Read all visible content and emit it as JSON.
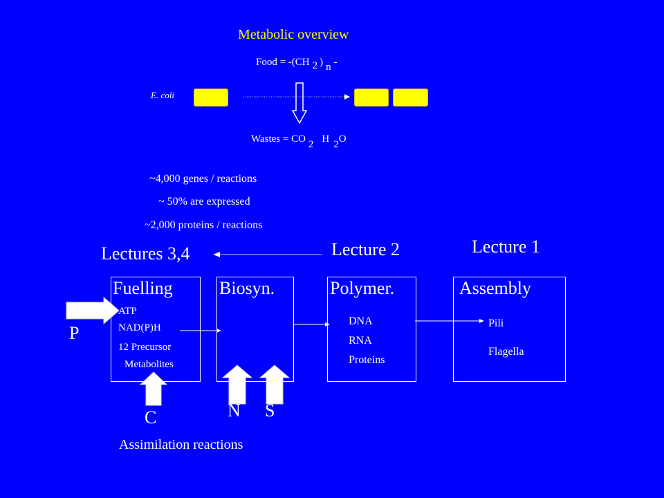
{
  "colors": {
    "background": "#0000ff",
    "accent": "#ffff00",
    "text": "#ffffff"
  },
  "title": "Metabolic overview",
  "food": {
    "prefix": "Food = -(CH",
    "sub1": "2",
    "paren": ")",
    "sub2": "n",
    "suffix": "-"
  },
  "organism": "E. coli",
  "wastes": {
    "prefix": "Wastes = CO",
    "sub1": "2",
    "h": "H",
    "sub2": "2",
    "o": "O"
  },
  "facts": [
    "~4,000 genes / reactions",
    "~ 50% are expressed",
    "~2,000 proteins / reactions"
  ],
  "lectures": {
    "l34": "Lectures 3,4",
    "l2": "Lecture 2",
    "l1": "Lecture 1"
  },
  "boxes": {
    "fuelling": {
      "header": "Fuelling",
      "items": [
        "ATP",
        "NAD(P)H",
        "12 Precursor",
        "Metabolites"
      ]
    },
    "biosyn": {
      "header": "Biosyn."
    },
    "polymer": {
      "header": "Polymer.",
      "items": [
        "DNA",
        "RNA",
        "Proteins"
      ]
    },
    "assembly": {
      "header": "Assembly",
      "items": [
        "Pili",
        "Flagella"
      ]
    }
  },
  "inputs": {
    "p": "P",
    "c": "C",
    "n": "N",
    "s": "S"
  },
  "footer": "Assimilation reactions"
}
